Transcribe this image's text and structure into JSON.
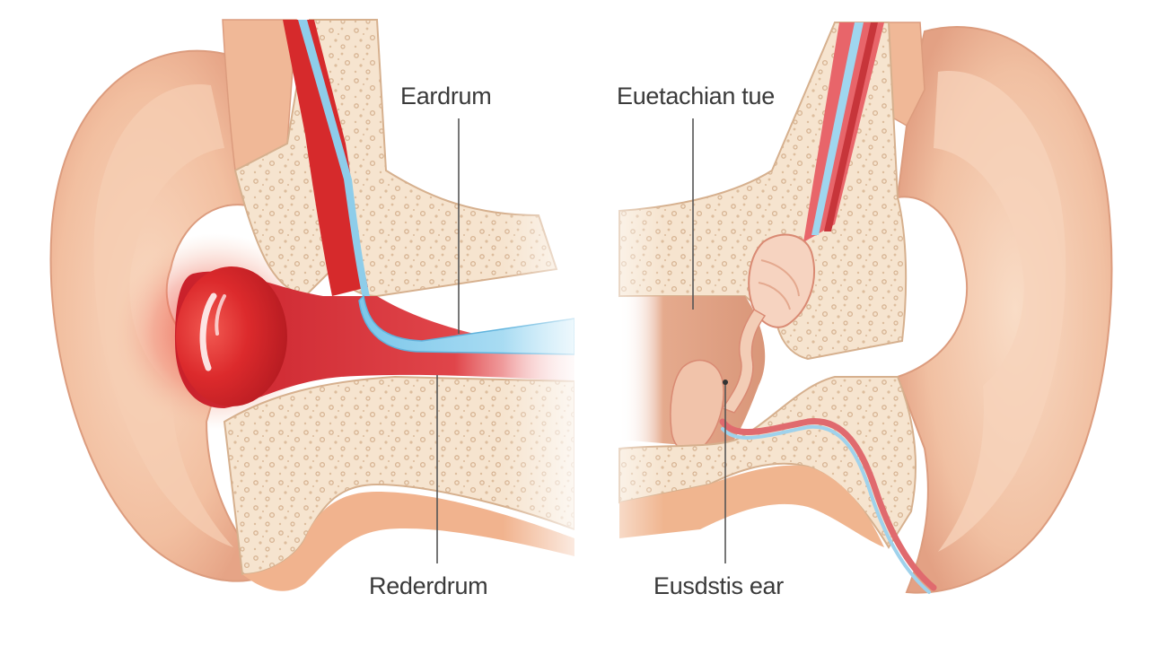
{
  "labels": {
    "top_left": "Eardrum",
    "top_right": "Euetachian tue",
    "bottom_left": "Rederdrum",
    "bottom_right": "Eusdstis ear"
  },
  "colors": {
    "skin": "#f3c5a8",
    "skin_shadow": "#e2a184",
    "bone": "#f6e4cf",
    "bone_texture": "#d9b99a",
    "inflamed_red": "#d9262a",
    "membrane_blue": "#8fd0ee",
    "leader_line": "#555555",
    "label_text": "#3a3a3a"
  }
}
